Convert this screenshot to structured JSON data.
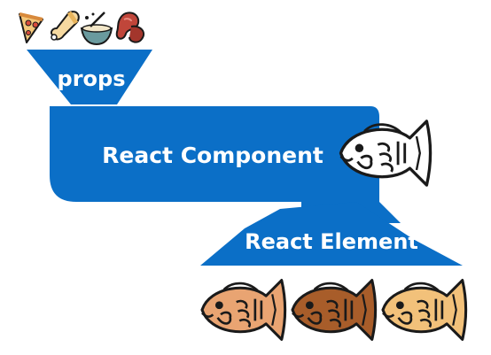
{
  "diagram": {
    "input_label": "props",
    "component_label": "React Component",
    "output_label": "React Element",
    "ingredient_icons": [
      "pizza-icon",
      "drumstick-icon",
      "whisk-bowl-icon",
      "sausage-icon"
    ],
    "mold_icon": "fish-mold-icon",
    "output_icons": [
      "fish-cake-light-brown-icon",
      "fish-cake-dark-brown-icon",
      "fish-cake-golden-icon"
    ],
    "colors": {
      "shape_fill": "#0b6fc7",
      "label_text": "#ffffff",
      "fish_outline": "#1a1a1a",
      "fish_light_brown": "#e9a472",
      "fish_dark_brown": "#a85d2a",
      "fish_golden": "#f2c17a"
    }
  }
}
